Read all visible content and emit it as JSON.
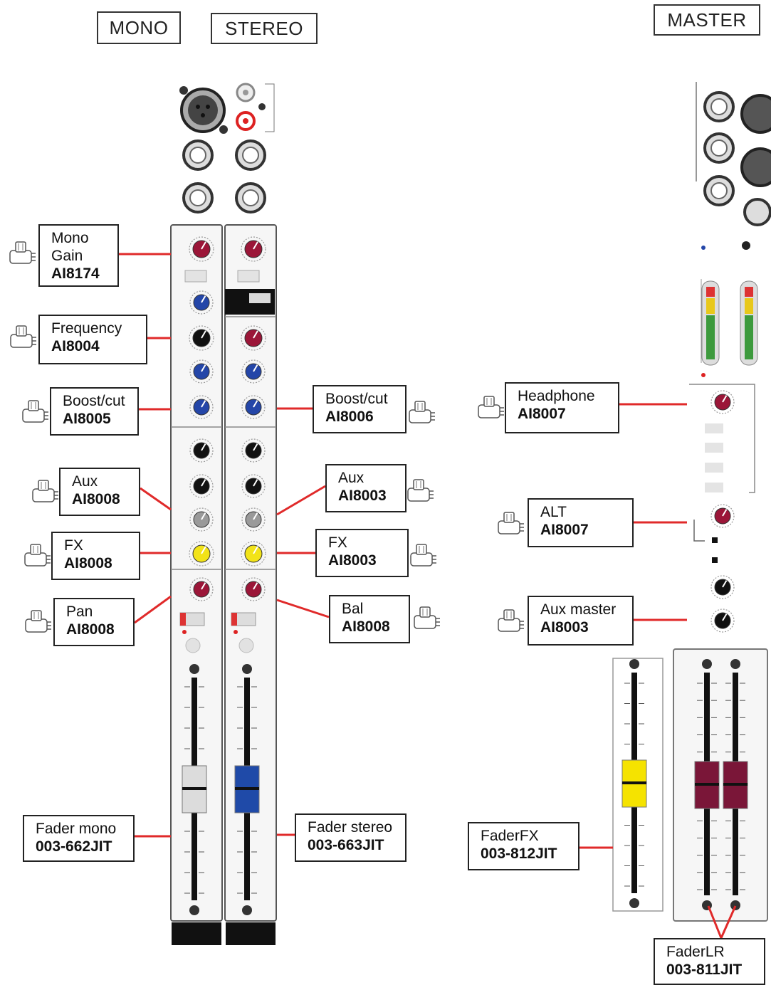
{
  "sections": {
    "mono": "MONO",
    "stereo": "STEREO",
    "master": "MASTER"
  },
  "callouts": [
    {
      "id": "mono-gain",
      "lines": [
        "Mono",
        "Gain"
      ],
      "code": "AI8174"
    },
    {
      "id": "frequency",
      "lines": [
        "Frequency"
      ],
      "code": "AI8004"
    },
    {
      "id": "boost-cut-mono",
      "lines": [
        "Boost/cut"
      ],
      "code": "AI8005"
    },
    {
      "id": "aux-mono",
      "lines": [
        "Aux"
      ],
      "code": "AI8008"
    },
    {
      "id": "fx-mono",
      "lines": [
        "FX"
      ],
      "code": "AI8008"
    },
    {
      "id": "pan",
      "lines": [
        "Pan"
      ],
      "code": "AI8008"
    },
    {
      "id": "fader-mono",
      "lines": [
        "Fader mono"
      ],
      "code": "003-662JIT"
    },
    {
      "id": "boost-cut-stereo",
      "lines": [
        "Boost/cut"
      ],
      "code": "AI8006"
    },
    {
      "id": "aux-stereo",
      "lines": [
        "Aux"
      ],
      "code": "AI8003"
    },
    {
      "id": "fx-stereo",
      "lines": [
        "FX"
      ],
      "code": "AI8003"
    },
    {
      "id": "bal",
      "lines": [
        "Bal"
      ],
      "code": "AI8008"
    },
    {
      "id": "fader-stereo",
      "lines": [
        "Fader stereo"
      ],
      "code": "003-663JIT"
    },
    {
      "id": "headphone",
      "lines": [
        "Headphone"
      ],
      "code": "AI8007"
    },
    {
      "id": "alt",
      "lines": [
        "ALT"
      ],
      "code": "AI8007"
    },
    {
      "id": "aux-master",
      "lines": [
        "Aux master"
      ],
      "code": "AI8003"
    },
    {
      "id": "fader-fx",
      "lines": [
        "FaderFX"
      ],
      "code": "003-812JIT"
    },
    {
      "id": "fader-lr",
      "lines": [
        "FaderLR"
      ],
      "code": "003-811JIT"
    }
  ],
  "colors": {
    "leader": "#e02a2a",
    "knob_red": "#9b1638",
    "knob_blue": "#2446a8",
    "knob_black": "#111111",
    "knob_grey": "#9a9a9a",
    "knob_yellow": "#f2e318",
    "fader_blue": "#1f4aa8",
    "fader_yellow": "#f5e300",
    "fader_maroon": "#7a1638",
    "fader_grey": "#dcdcdc"
  }
}
